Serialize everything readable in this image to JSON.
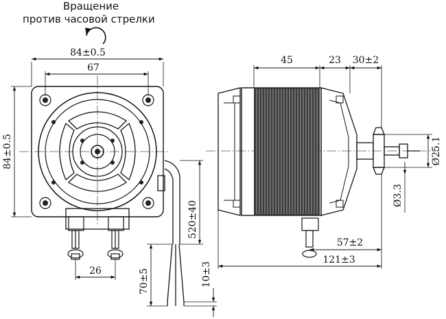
{
  "rotation_caption": {
    "line1": "Вращение",
    "line2": "против часовой стрелки"
  },
  "dimensions": {
    "front_width_outer": "84±0.5",
    "front_width_holes": "67",
    "front_height": "84±0.5",
    "terminal_spacing": "26",
    "cable_length": "520±40",
    "wire_strip": "70±5",
    "wire_end": "10±3",
    "body_length": "45",
    "flange_length": "23",
    "shaft_length": "30±2",
    "shaft_hub_diameter": "Ø25.1",
    "shaft_diameter": "Ø3.3",
    "foot_offset": "57±2",
    "overall_length": "121±3"
  }
}
